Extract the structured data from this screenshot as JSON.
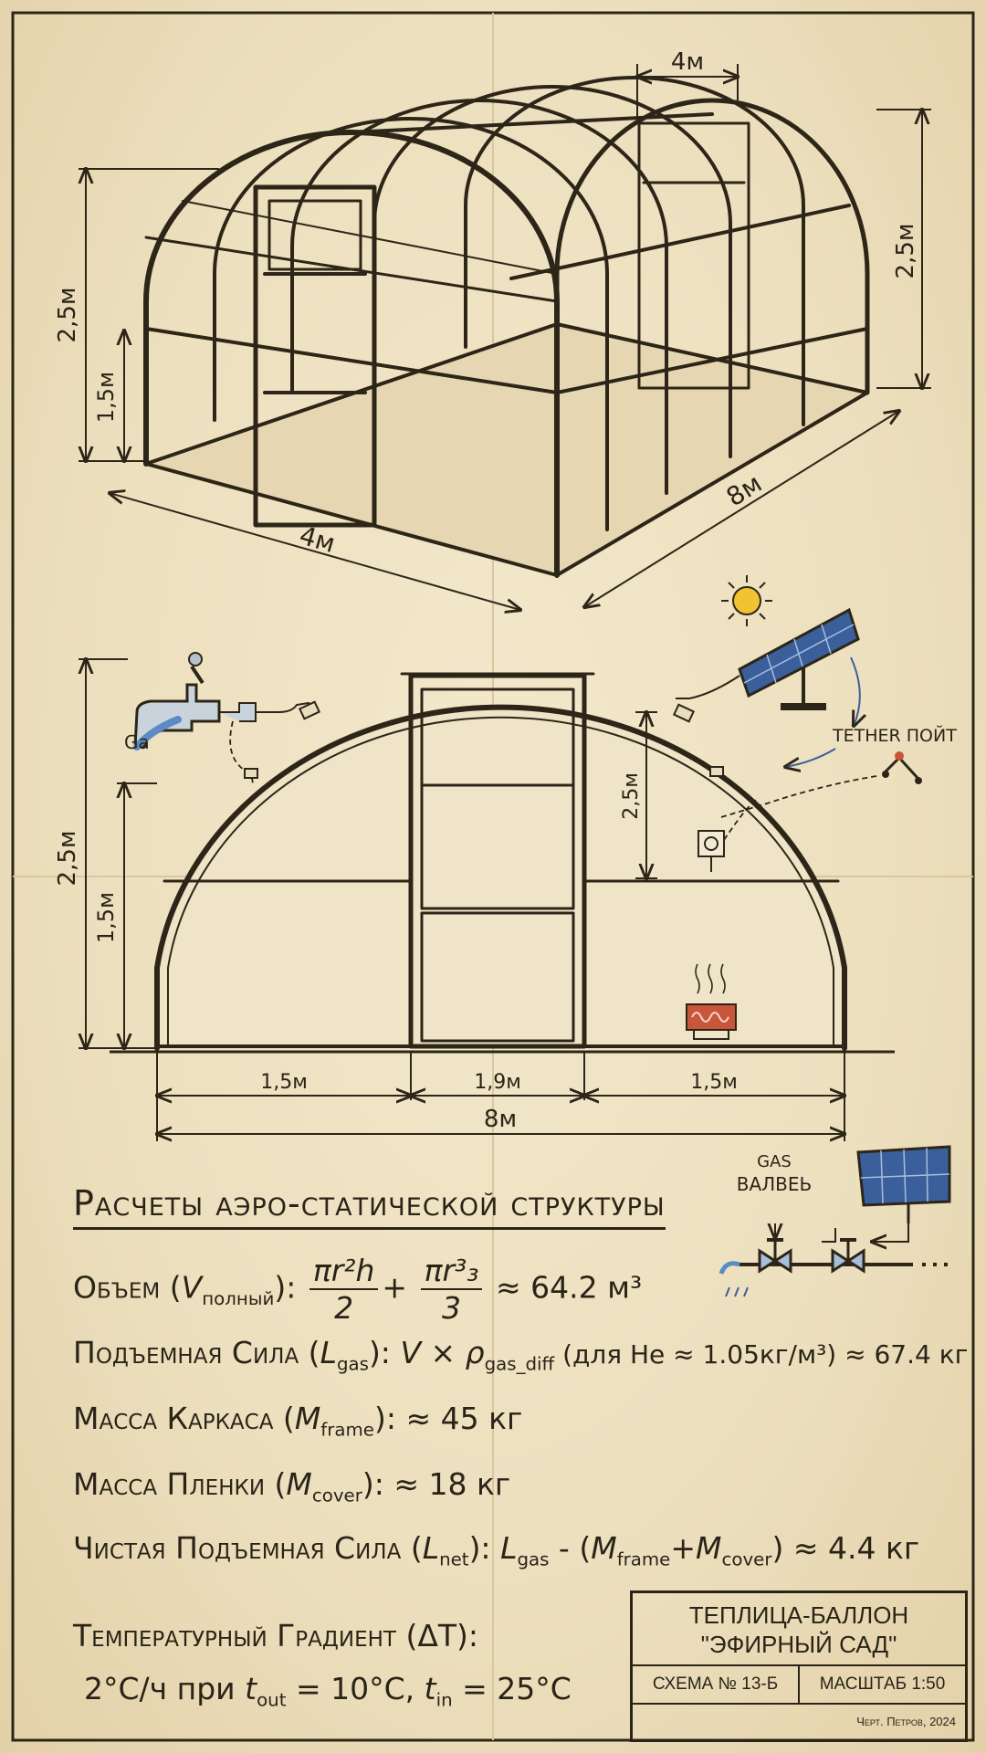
{
  "perspective_view": {
    "dims": {
      "width_top": "4м",
      "height_left": "2,5м",
      "height_left_lower": "1,5м",
      "height_right": "2,5м",
      "front_width": "4м",
      "length": "8м"
    }
  },
  "section_view": {
    "dims": {
      "height_total": "2,5м",
      "height_lower": "1,5м",
      "inner_height": "2,5м",
      "bottom_left": "1,5м",
      "bottom_mid": "1,9м",
      "bottom_right": "1,5м",
      "bottom_total": "8м"
    },
    "labels": {
      "gas_tap": "Ga",
      "tether": "TETHER ПОЙТ"
    }
  },
  "valve_diagram": {
    "label_line1": "GAS",
    "label_line2": "ВАЛВЕЬ"
  },
  "calculations": {
    "title": "Расчеты аэро-статической структуры",
    "volume": {
      "prefix": "Объем (",
      "var": "V",
      "sub": "полный",
      "suffix": "):",
      "frac1_num": "πr²h",
      "frac1_den": "2",
      "plus": "+",
      "frac2_num": "πr³₃",
      "frac2_den": "3",
      "result": "≈ 64.2 м³"
    },
    "lift": {
      "prefix": "Подъемная Сила (",
      "var": "L",
      "sub": "gas",
      "suffix": "):",
      "formula_v": "V",
      "times": " × ",
      "rho": "ρ",
      "rho_sub": "gas_diff",
      "note": " (для He ≈ 1.05кг/м³) ≈ 67.4 кг"
    },
    "frame": {
      "prefix": "Масса Каркаса (",
      "var": "M",
      "sub": "frame",
      "suffix": "): ≈ 45 кг"
    },
    "cover": {
      "prefix": "Масса Пленки (",
      "var": "M",
      "sub": "cover",
      "suffix": "): ≈ 18 кг"
    },
    "net": {
      "prefix": "Чистая Подъемная Сила (",
      "var": "L",
      "sub": "net",
      "suffix": "):",
      "l": "L",
      "l_sub": "gas",
      "mid": " - (",
      "m1": "M",
      "m1_sub": "frame",
      "plus": "+",
      "m2": "M",
      "m2_sub": "cover",
      "result": ") ≈ 4.4 кг"
    },
    "gradient": {
      "line1": "Температурный Градиент (ΔT):",
      "line2_a": "2°С/ч при ",
      "t_out": "t",
      "t_out_sub": "out",
      "line2_b": " = 10°С, ",
      "t_in": "t",
      "t_in_sub": "in",
      "line2_c": " = 25°С"
    }
  },
  "title_block": {
    "title_line1": "ТЕПЛИЦА-БАЛЛОН",
    "title_line2": "\"ЭФИРНЫЙ САД\"",
    "scheme": "СХЕМА № 13-Б",
    "scale": "МАСШТАБ 1:50",
    "author": "Черт. Петров, 2024"
  },
  "colors": {
    "paper": "#efe3c4",
    "ink": "#2d2618",
    "frame_fill": "#e9ddbd",
    "solar_blue": "#3b5f9a",
    "sun": "#f2c230",
    "heater": "#c9553a",
    "water": "#5a8bc4"
  }
}
